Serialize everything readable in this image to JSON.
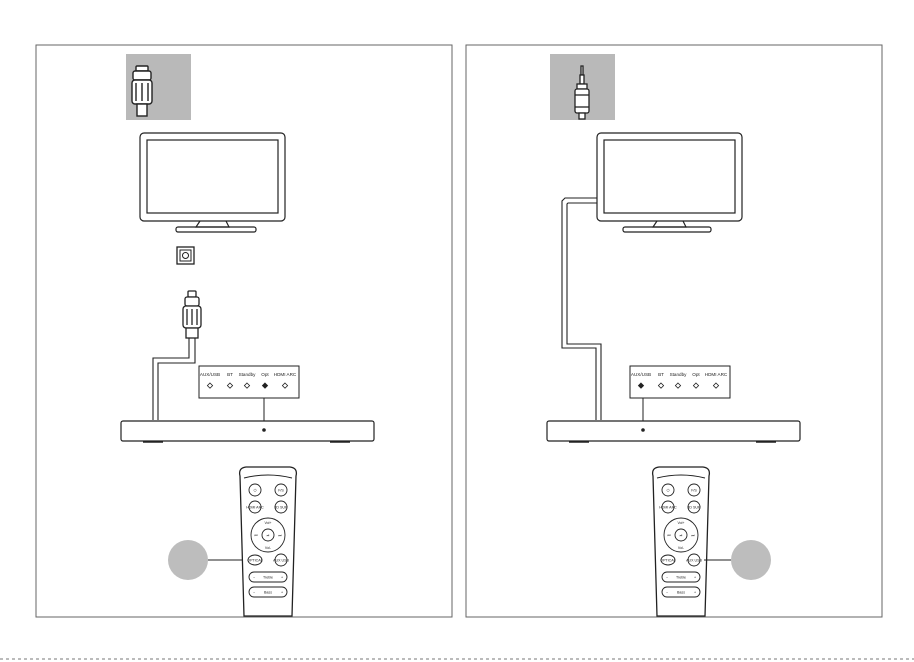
{
  "panels": [
    {
      "id": "optical",
      "connector": "optical-plug-icon",
      "indicators": [
        "AUX/USB",
        "BT",
        "Standby",
        "Opt",
        "HDMI ARC"
      ],
      "active_indicator": 3,
      "remote": {
        "labels": [
          "Vol+",
          "Vol-",
          "Treble",
          "Bass"
        ],
        "buttons": [
          "⏻",
          "F/S",
          "HDMI ARC",
          "3D SUR",
          "OPTICAL",
          "AUX USB",
          "⏮",
          "⏯",
          "⏭"
        ]
      }
    },
    {
      "id": "aux",
      "connector": "aux-jack-icon",
      "indicators": [
        "AUX/USB",
        "BT",
        "Standby",
        "Opt",
        "HDMI ARC"
      ],
      "active_indicator": 0,
      "remote": {
        "labels": [
          "Vol+",
          "Vol-",
          "Treble",
          "Bass"
        ],
        "buttons": [
          "⏻",
          "F/S",
          "HDMI ARC",
          "3D SUR",
          "OPTICAL",
          "AUX USB",
          "⏮",
          "⏯",
          "⏭"
        ]
      }
    }
  ],
  "colors": {
    "line": "#222222",
    "connector_bg": "#b9b9b9",
    "gray_marker": "#bdbdbd",
    "frame": "#666666"
  }
}
